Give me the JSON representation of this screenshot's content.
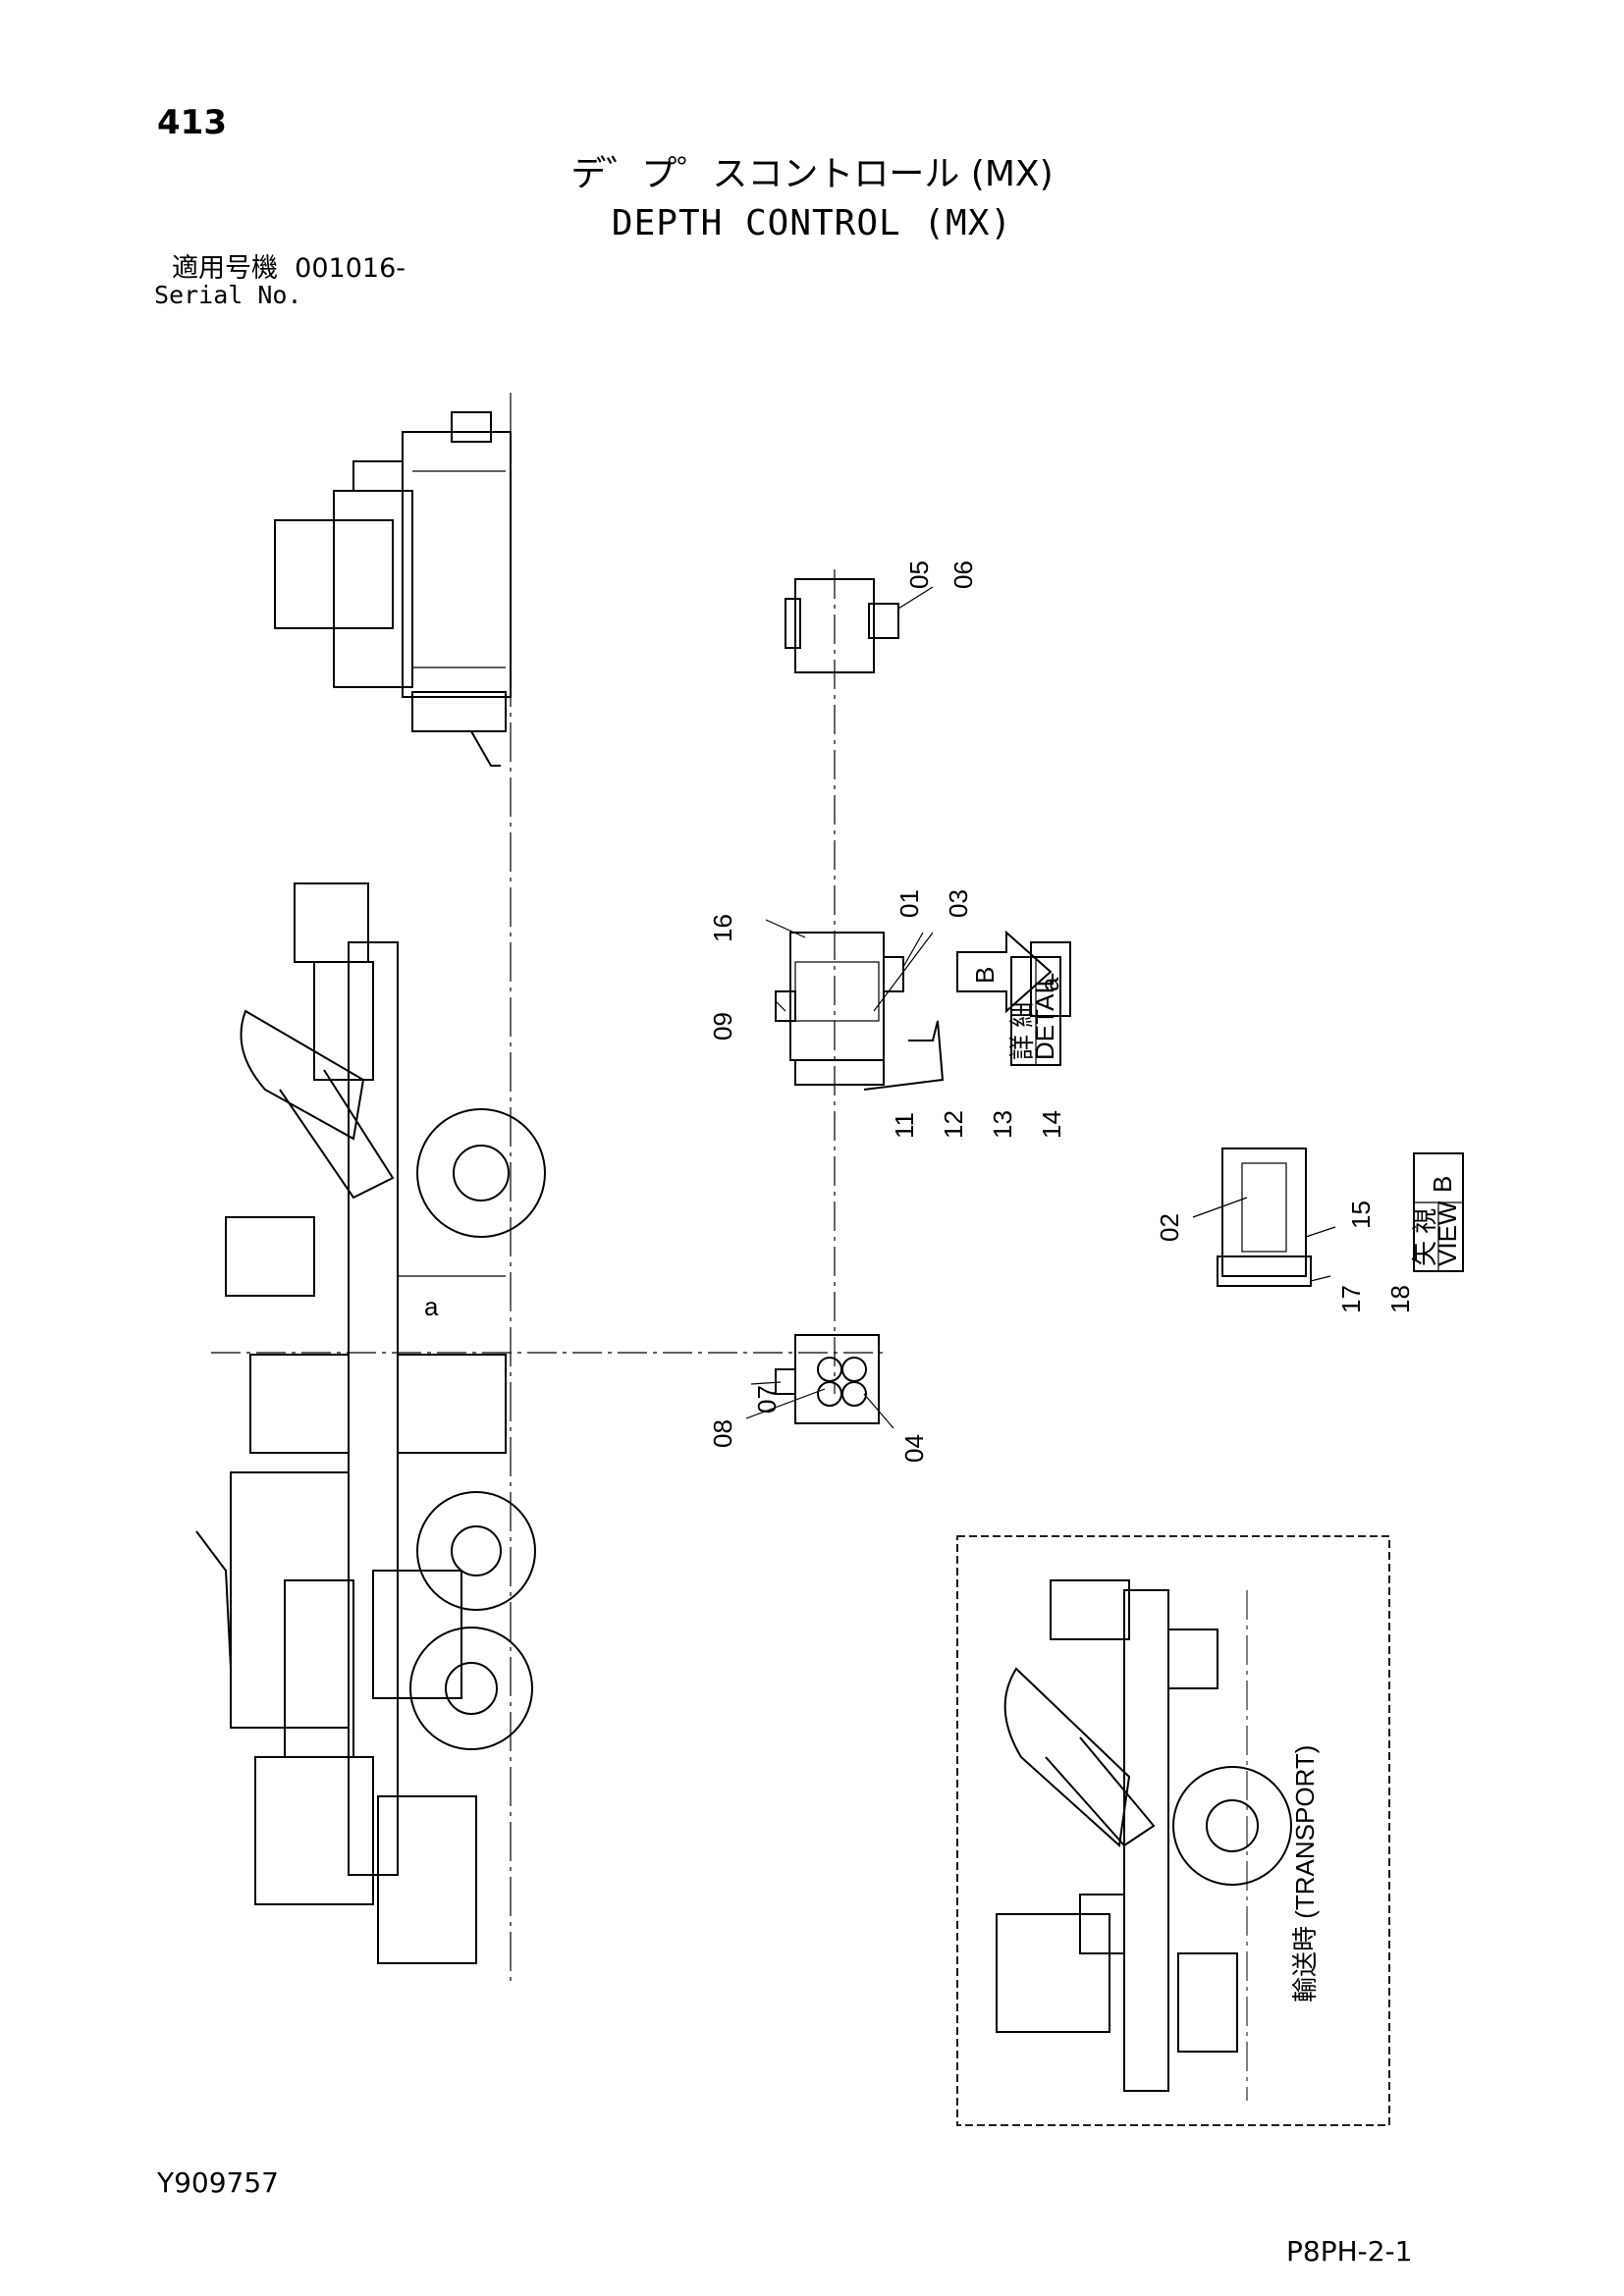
{
  "page_number": "413",
  "title_jp": "デ゛プ゜スコントロール (MX)",
  "title_en": "DEPTH CONTROL (MX)",
  "serial_label_jp": "適用号機",
  "serial_value": "001016-",
  "serial_label_en": "Serial No.",
  "drawing_number": "Y909757",
  "sheet_number": "P8PH-2-1",
  "callouts": {
    "c05": "05",
    "c06": "06",
    "c16": "16",
    "c01": "01",
    "c03": "03",
    "c09": "09",
    "c11": "11",
    "c12": "12",
    "c13": "13",
    "c14": "14",
    "c02": "02",
    "c15": "15",
    "c17": "17",
    "c18": "18",
    "c08": "08",
    "c07": "07",
    "c04": "04"
  },
  "detail_tag": {
    "letter": "a",
    "jp": "詳 細",
    "en": "DETAIL"
  },
  "view_tag": {
    "letter": "B",
    "jp": "矢 視",
    "en": "VIEW"
  },
  "arrow_letter": "B",
  "machine_marker": "a",
  "transport_label": "輸送時 (TRANSPORT)"
}
